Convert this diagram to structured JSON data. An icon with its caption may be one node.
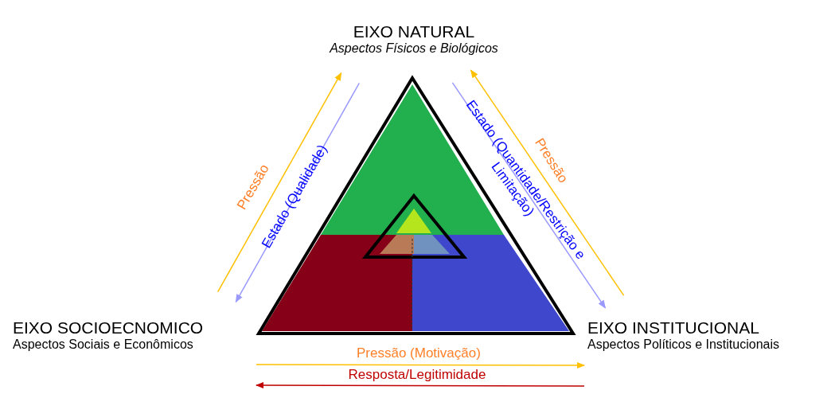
{
  "diagram": {
    "nodes": [
      {
        "text": [
          "EIXO NATURAL",
          "Aspectos Físicos e Biológicos"
        ]
      },
      {
        "text": [
          "EIXO SOCIOECNOMICO",
          "Aspectos Sociais e Econômicos"
        ]
      },
      {
        "text": [
          "EIXO INSTITUCIONAL",
          "Aspectos Políticos e Institucionais"
        ]
      }
    ],
    "edges": [
      {
        "from": 1,
        "to": 0,
        "arrow": "to",
        "label": "Pressão",
        "color": "#ffc000"
      },
      {
        "from": 0,
        "to": 1,
        "arrow": "to",
        "label": "Estado (Qualidade)",
        "color": "#9999ff"
      },
      {
        "from": 2,
        "to": 0,
        "arrow": "to",
        "label": "Pressão",
        "color": "#ffc000"
      },
      {
        "from": 0,
        "to": 2,
        "arrow": "to",
        "label": "Estado (Quantidade/Restrição e Limitação)",
        "color": "#9999ff"
      },
      {
        "from": 1,
        "to": 2,
        "arrow": "to",
        "label": "Pressão (Motivação)",
        "color": "#ffc000"
      },
      {
        "from": 2,
        "to": 1,
        "arrow": "to",
        "label": "Resposta/Legitimidade",
        "color": "#c00000"
      }
    ]
  }
}
